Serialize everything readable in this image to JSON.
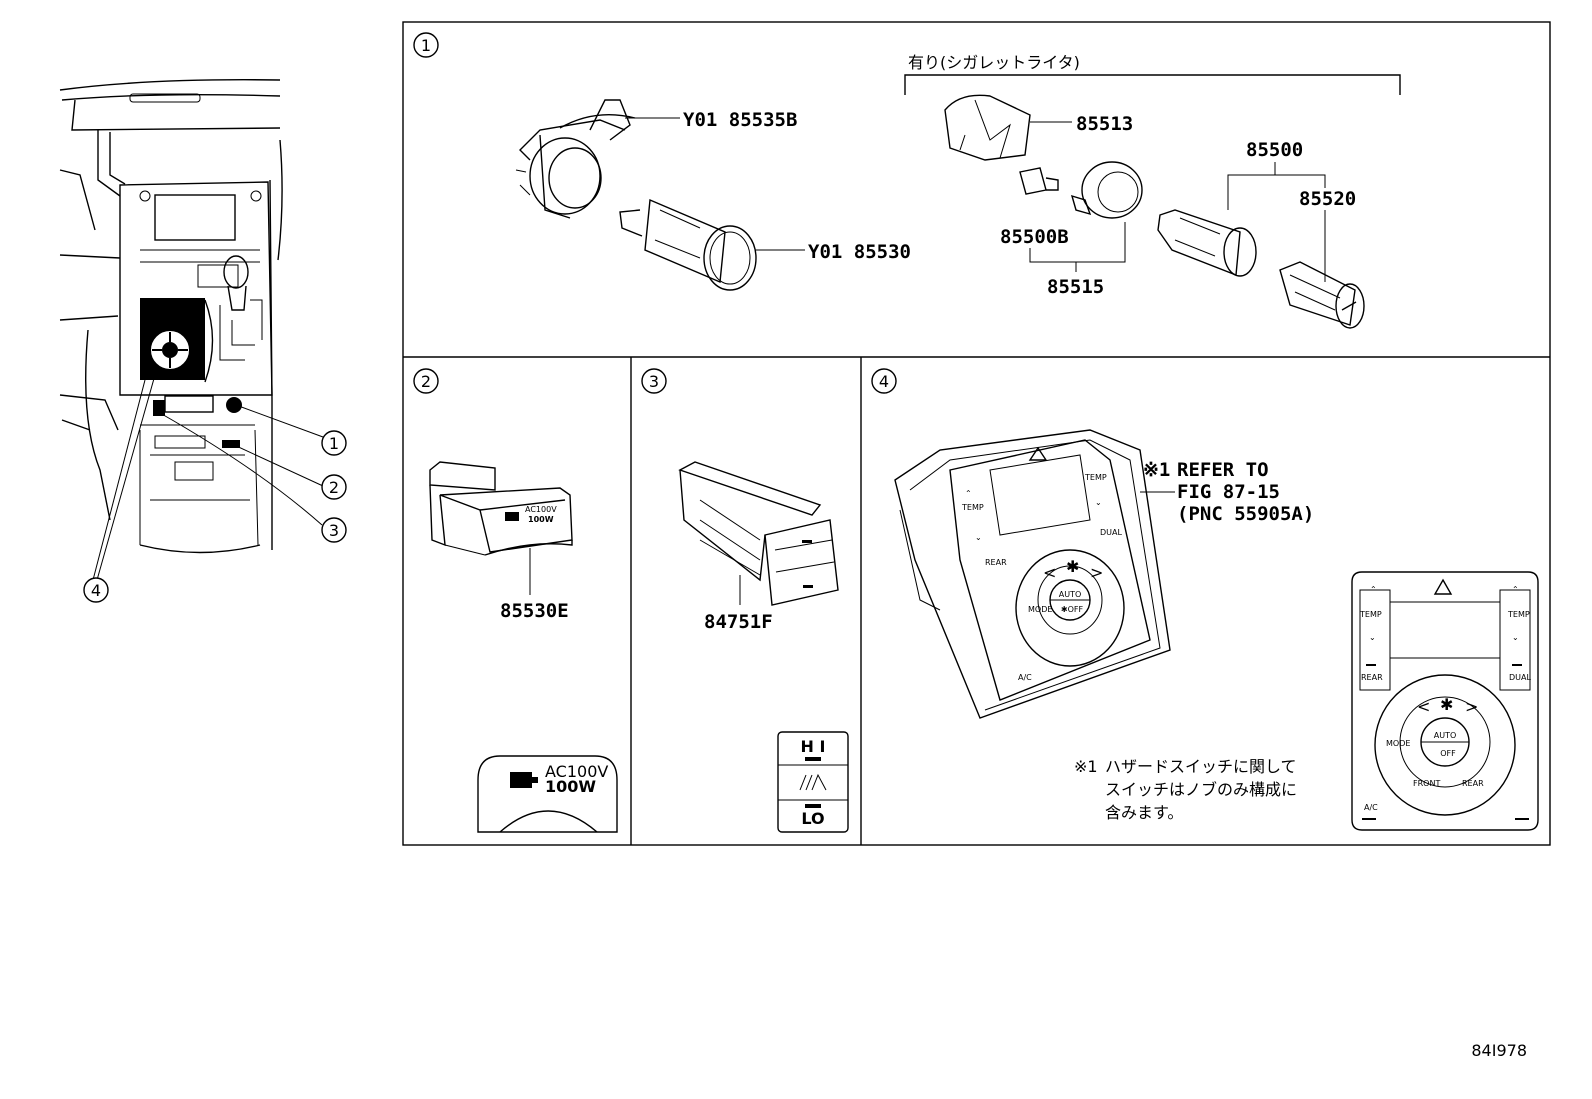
{
  "callouts": [
    "1",
    "2",
    "3",
    "4"
  ],
  "panel1": {
    "index": "1",
    "group_label": "有り(シガレットライタ)",
    "parts": {
      "p1": "Y01 85535B",
      "p2": "Y01 85530",
      "p3": "85513",
      "p4": "85500",
      "p5": "85520",
      "p6": "85500B",
      "p7": "85515"
    }
  },
  "panel2": {
    "index": "2",
    "part": "85530E",
    "inset_line1": "AC100V",
    "inset_line2": "100W"
  },
  "panel3": {
    "index": "3",
    "part": "84751F",
    "inset_hi": "H I",
    "inset_lo": "LO"
  },
  "panel4": {
    "index": "4",
    "ref_mark": "※1",
    "ref_line1": "REFER TO",
    "ref_line2": "FIG 87-15",
    "ref_line3": "(PNC 55905A)",
    "note_mark": "※1",
    "note_line1": "ハザードスイッチに関して",
    "note_line2": "スイッチはノブのみ構成に",
    "note_line3": "含みます。",
    "ctrl": {
      "temp_left": "TEMP",
      "temp_right": "TEMP",
      "rear": "REAR",
      "dual": "DUAL",
      "mode": "MODE",
      "auto": "AUTO",
      "off": "OFF",
      "front": "FRONT",
      "rear2": "REAR",
      "ac": "A/C"
    }
  },
  "figure_code": "84I978"
}
